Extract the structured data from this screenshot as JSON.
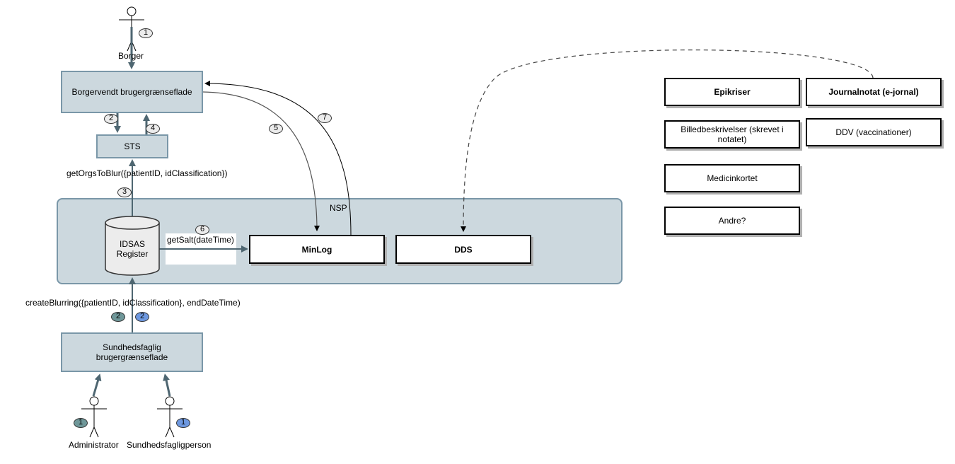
{
  "diagram": {
    "actors": {
      "borger": "Borger",
      "administrator": "Administrator",
      "sundhedsfagligperson": "Sundhedsfagligperson"
    },
    "nodes": {
      "borgervendt": "Borgervendt brugergrænseflade",
      "sts": "STS",
      "idsas_line1": "IDSAS",
      "idsas_line2": "Register",
      "sundhedsfaglig_line1": "Sundhedsfaglig",
      "sundhedsfaglig_line2": "brugergrænseflade",
      "minlog": "MinLog",
      "dds": "DDS",
      "nsp": "NSP"
    },
    "calls": {
      "get_orgs": "getOrgsToBlur({patientID, idClassification})",
      "create_blurring": "createBlurring({patientID, idClassification}, endDateTime)",
      "get_salt": "getSalt(dateTime)"
    },
    "steps": {
      "s1": "1",
      "s2": "2",
      "s3": "3",
      "s4": "4",
      "s5": "5",
      "s6": "6",
      "s7": "7",
      "admin_1": "1",
      "admin_2": "2",
      "sf_1": "1",
      "sf_2": "2"
    },
    "document_types": [
      "Epikriser",
      "Journalnotat (e-jornal)",
      "Billedbeskrivelser (skrevet i notatet)",
      "DDV (vaccinationer)",
      "Medicinkortet",
      "Andre?"
    ],
    "colors": {
      "box_fill": "#ccd8de",
      "box_border": "#7a97a8",
      "arrow": "#4e6671",
      "badge_admin": "#6f9799",
      "badge_health": "#6d98e0"
    }
  }
}
